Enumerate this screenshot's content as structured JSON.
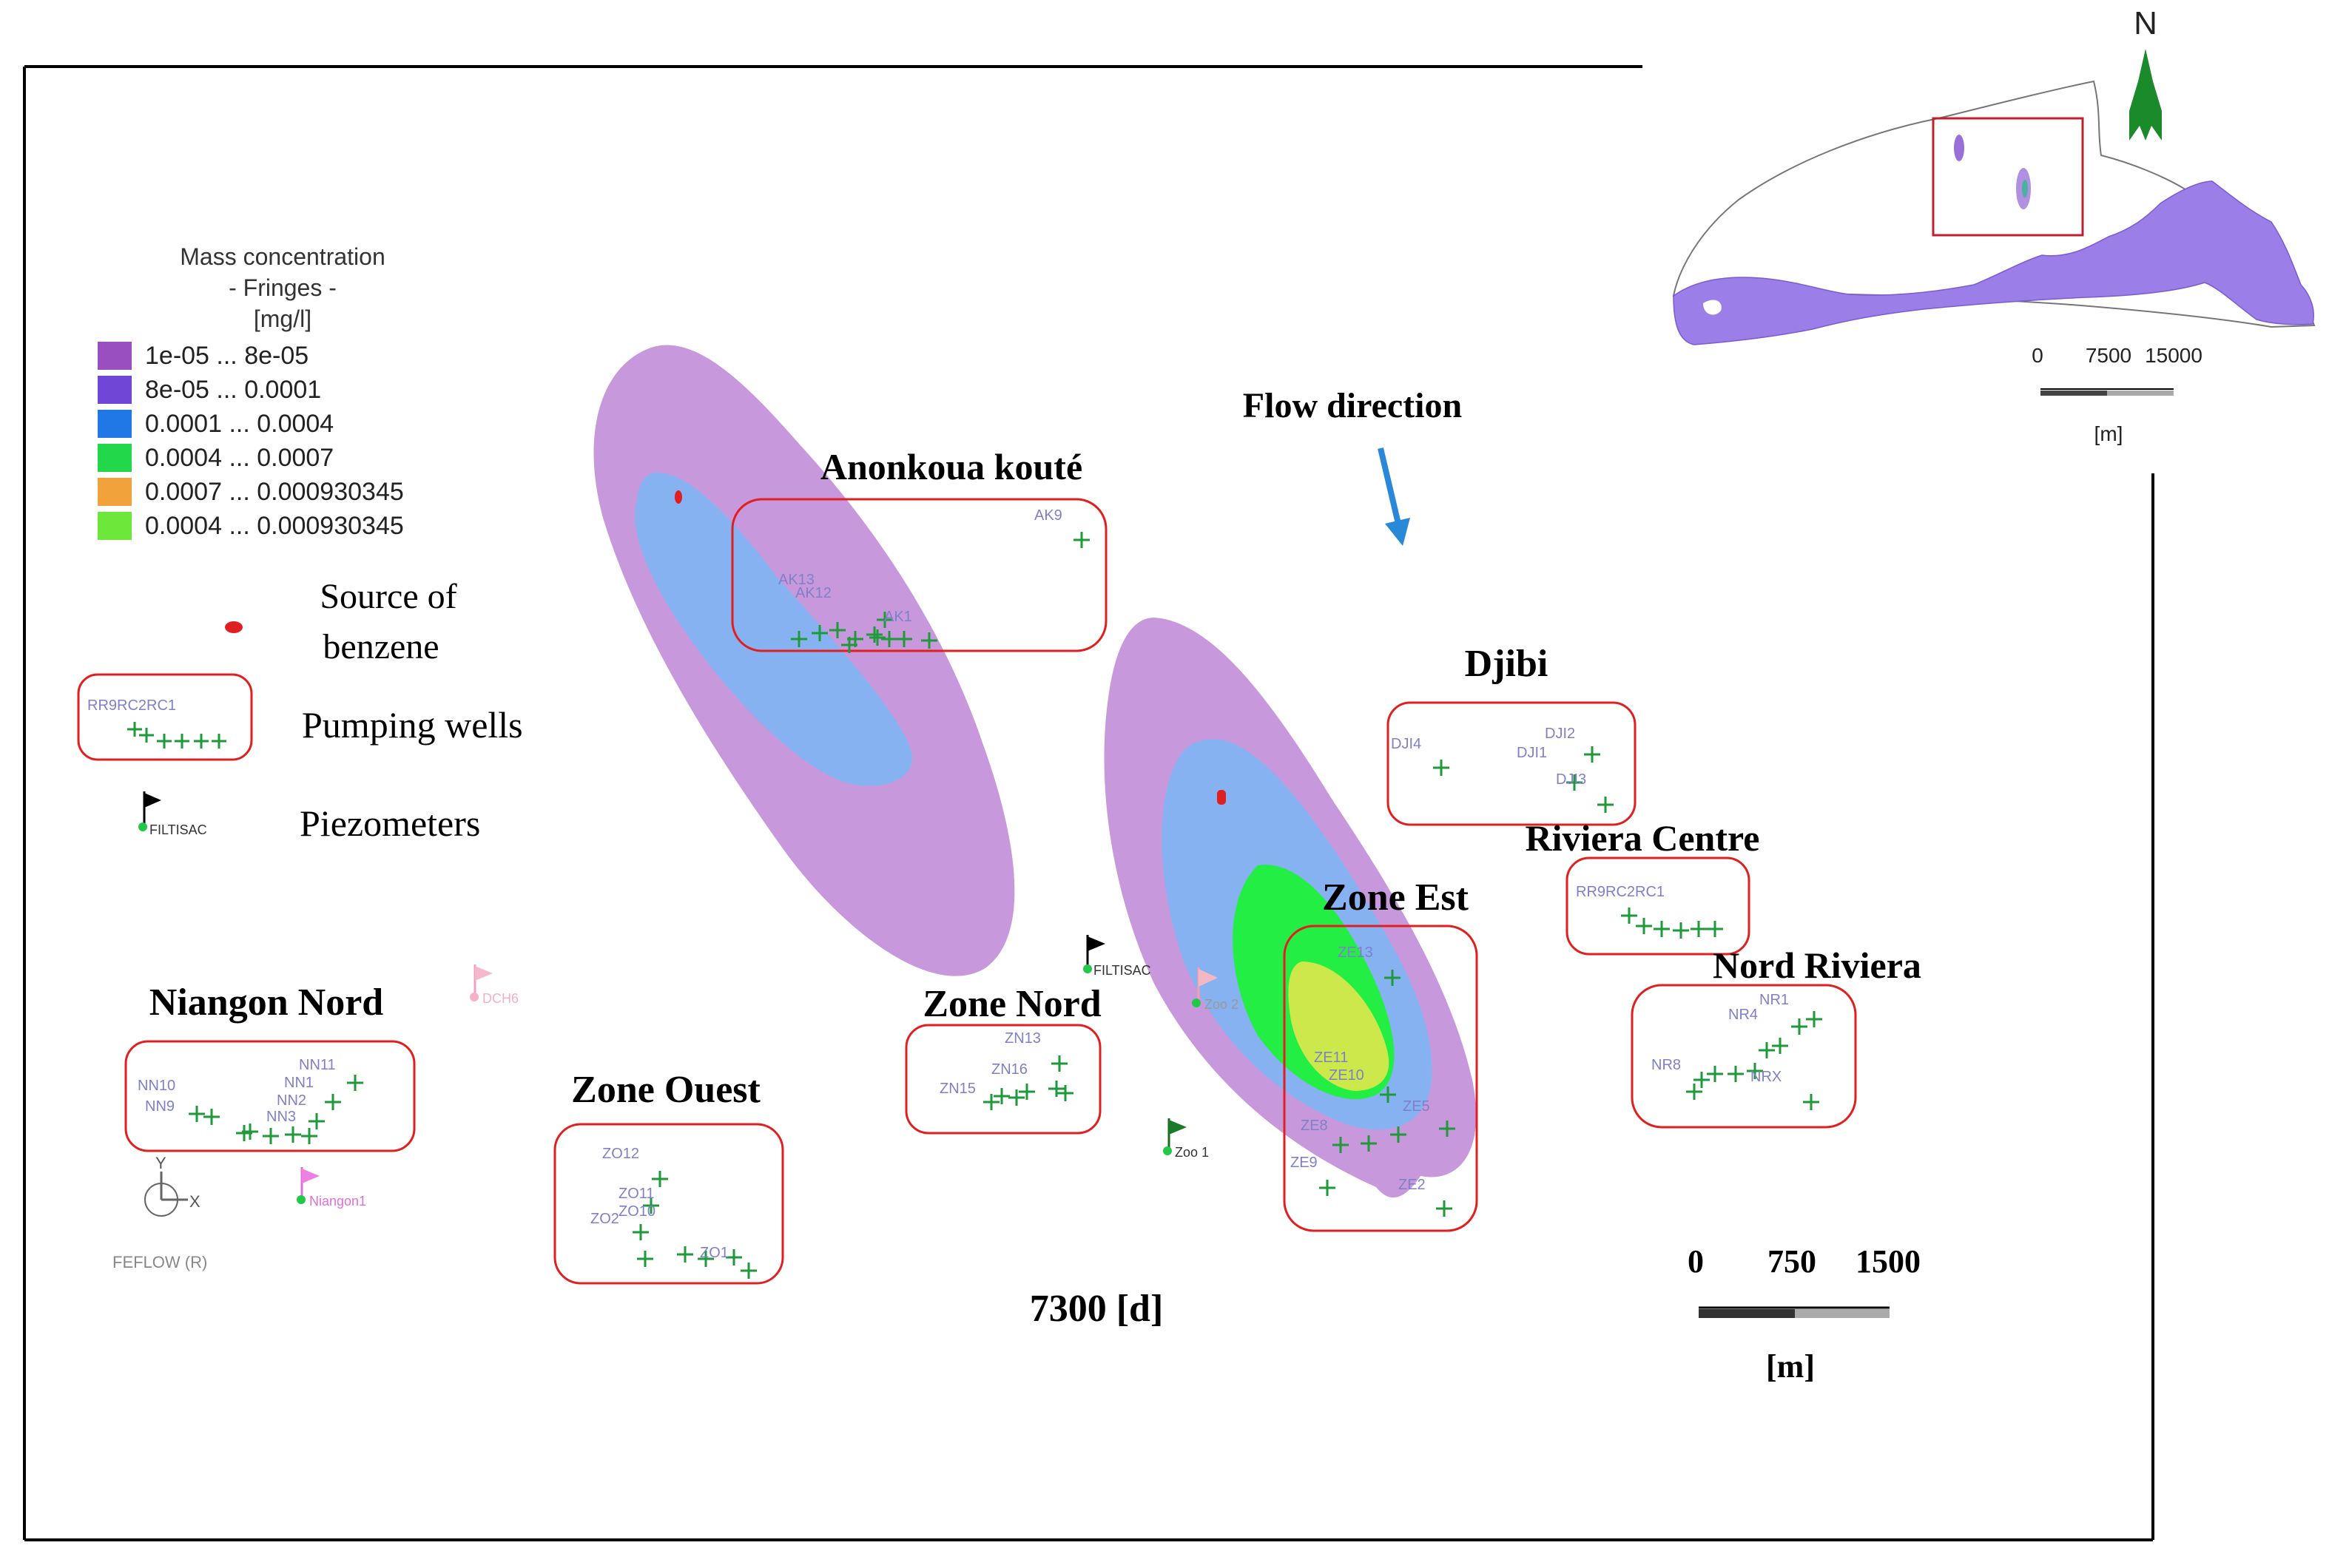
{
  "legend": {
    "title_line1": "Mass concentration",
    "title_line2": "- Fringes -",
    "title_line3": "[mg/l]",
    "entries": [
      {
        "label": "1e-05 ...  8e-05",
        "color": "#9a4fc0"
      },
      {
        "label": "8e-05 ... 0.0001",
        "color": "#6f46d6"
      },
      {
        "label": "0.0001 ...  0.0004",
        "color": "#1f78e6"
      },
      {
        "label": "0.0004 ...  0.0007",
        "color": "#22d84a"
      },
      {
        "label": "0.0007 ...  0.000930345",
        "color": "#f2a23a"
      },
      {
        "label": "0.0004 ...  0.000930345",
        "color": "#6de83a"
      }
    ],
    "source_label_1": "Source of",
    "source_label_2": "benzene",
    "pumping_label": "Pumping wells",
    "piezo_label": "Piezometers",
    "legend_well_text": "RR9RC2RC1",
    "legend_piezo_text": "FILTISAC"
  },
  "labels": {
    "anonkoua": "Anonkoua kouté",
    "flow": "Flow direction",
    "djibi": "Djibi",
    "riviera_centre": "Riviera Centre",
    "zone_est": "Zone Est",
    "nord_riviera": "Nord Riviera",
    "zone_nord": "Zone Nord",
    "niangon_nord": "Niangon Nord",
    "zone_ouest": "Zone Ouest",
    "time": "7300 [d]",
    "feflow": "FEFLOW (R)",
    "axis_y": "Y",
    "axis_x": "X"
  },
  "wells": {
    "ak9": "AK9",
    "ak13": "AK13",
    "ak12": "AK12",
    "ak1": "AK1",
    "dji4": "DJI4",
    "dji2": "DJI2",
    "dji1": "DJI1",
    "dji3": "DJI3",
    "rc": "RR9RC2RC1",
    "ze13": "ZE13",
    "ze11": "ZE11",
    "ze10": "ZE10",
    "ze5": "ZE5",
    "ze8": "ZE8",
    "ze9": "ZE9",
    "ze2": "ZE2",
    "nr1": "NR1",
    "nr4": "NR4",
    "nr8": "NR8",
    "nrx": "NRX",
    "zn13": "ZN13",
    "zn16": "ZN16",
    "zn15": "ZN15",
    "nn11": "NN11",
    "nn10": "NN10",
    "nn1": "NN1",
    "nn9": "NN9",
    "nn2": "NN2",
    "nn3": "NN3",
    "zo12": "ZO12",
    "zo11": "ZO11",
    "zo10": "ZO10",
    "zo1": "ZO1",
    "zo2": "ZO2"
  },
  "piezometers": {
    "filtisac": "FILTISAC",
    "zoo2": "Zoo 2",
    "zoo1": "Zoo 1",
    "niangon1": "Niangon1",
    "dch6": "DCH6"
  },
  "scale_main": {
    "ticks": [
      "0",
      "750",
      "1500"
    ],
    "unit": "[m]"
  },
  "inset": {
    "north": "N",
    "ticks": [
      "0",
      "7500",
      "15000"
    ],
    "unit": "[m]"
  },
  "colors": {
    "plume_outer": "#c898dc",
    "plume_inner": "#86b2f2",
    "plume_green": "#22ee44",
    "plume_yellow": "#cce84a",
    "zone_box": "#e02020",
    "well_cross": "#1f9a3a",
    "flow_arrow": "#2a88d8"
  }
}
